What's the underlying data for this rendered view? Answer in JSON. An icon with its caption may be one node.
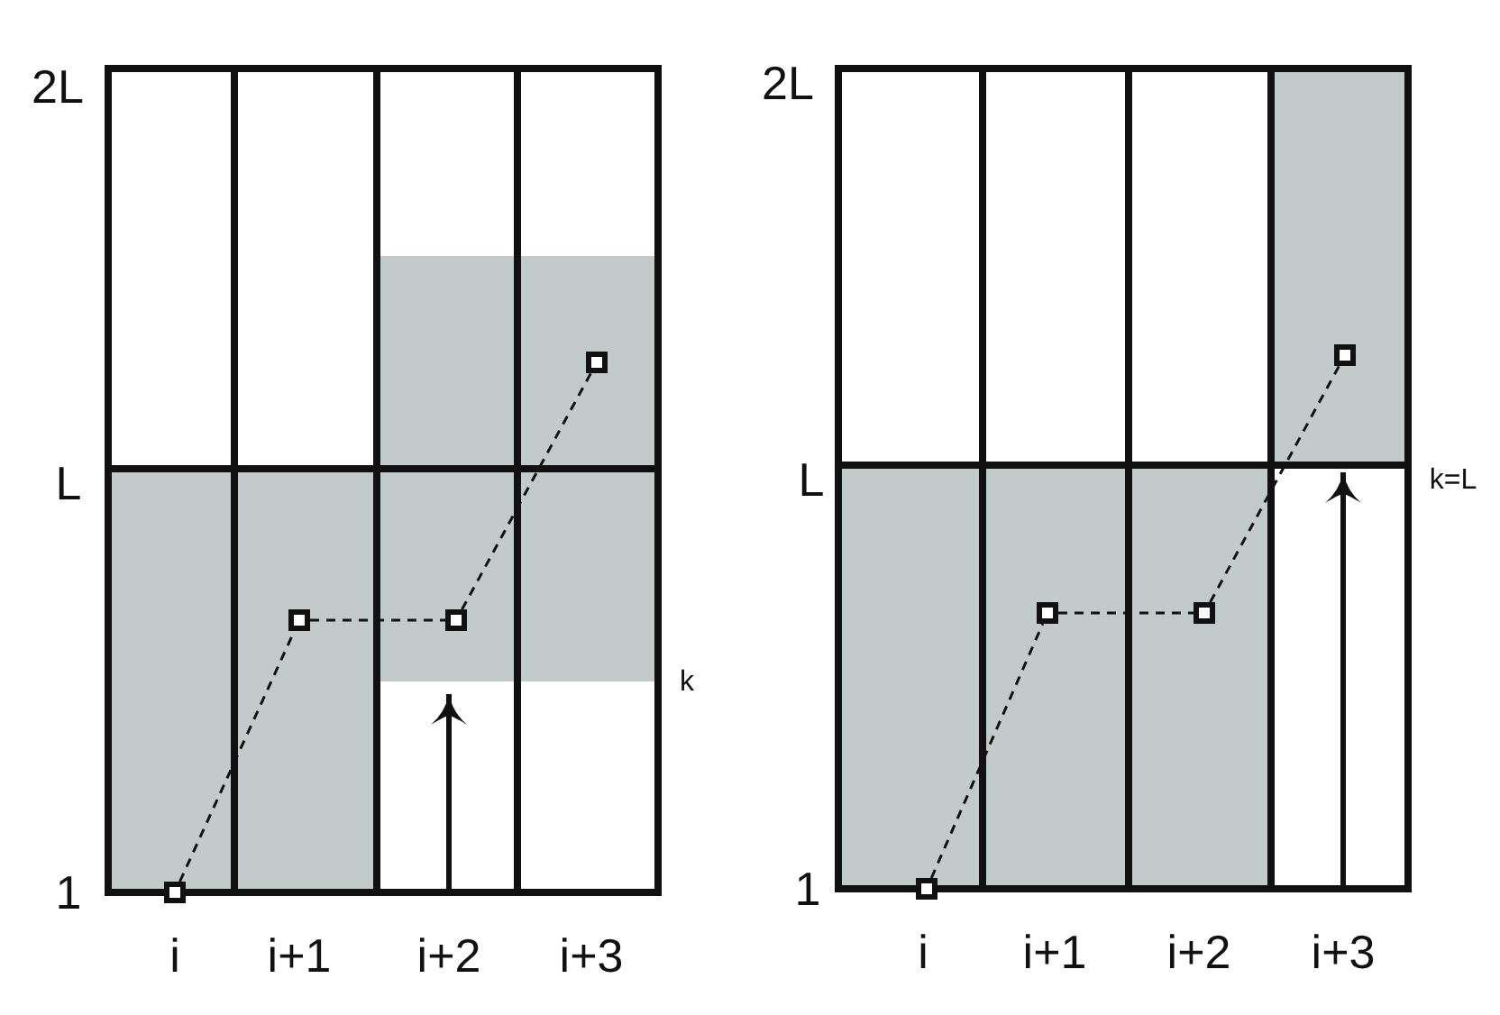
{
  "diagram": {
    "nodes": [
      {
        "text": [],
        "shape": "box"
      },
      {
        "text": [],
        "shape": "box"
      },
      {
        "text": [],
        "shape": "box"
      },
      {
        "text": [],
        "shape": "box"
      },
      {
        "text": [],
        "shape": "box"
      },
      {
        "text": [],
        "shape": "box"
      },
      {
        "text": [],
        "shape": "box"
      },
      {
        "text": [],
        "shape": "box"
      }
    ],
    "edges": [
      {
        "from": 0,
        "to": 1,
        "arrow": "none",
        "style": "dashed"
      },
      {
        "from": 1,
        "to": 2,
        "arrow": "none",
        "style": "dashed"
      },
      {
        "from": 2,
        "to": 3,
        "arrow": "none",
        "style": "dashed"
      },
      {
        "from": 4,
        "to": 5,
        "arrow": "none",
        "style": "dashed"
      },
      {
        "from": 5,
        "to": 6,
        "arrow": "none",
        "style": "dashed"
      },
      {
        "from": 6,
        "to": 7,
        "arrow": "none",
        "style": "dashed"
      }
    ],
    "labels": [
      "2L",
      "L",
      "1",
      "i",
      "i+1",
      "i+2",
      "i+3",
      "k",
      "2L",
      "L",
      "1",
      "i",
      "i+1",
      "i+2",
      "i+3",
      "k=L"
    ]
  }
}
